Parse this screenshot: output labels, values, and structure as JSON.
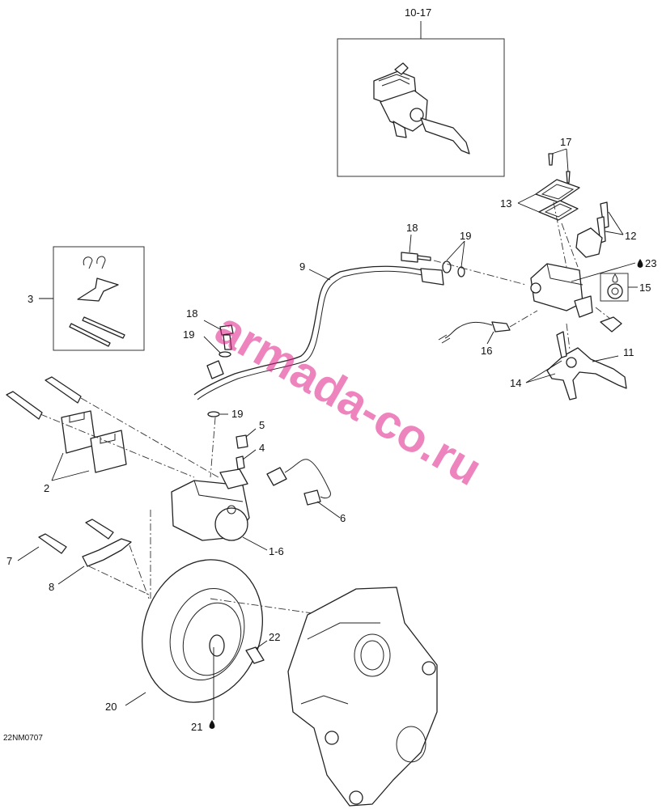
{
  "diagram": {
    "code": "22NM0707",
    "watermark": "armada-co.ru",
    "labels": {
      "l1_6": "1-6",
      "l2": "2",
      "l3": "3",
      "l4": "4",
      "l5": "5",
      "l6": "6",
      "l7": "7",
      "l8": "8",
      "l9": "9",
      "l10_17": "10-17",
      "l11": "11",
      "l12": "12",
      "l13": "13",
      "l14": "14",
      "l15": "15",
      "l16": "16",
      "l17": "17",
      "l18a": "18",
      "l18b": "18",
      "l19a": "19",
      "l19b": "19",
      "l19c": "19",
      "l20": "20",
      "l21": "21",
      "l22": "22",
      "l23": "23"
    },
    "icons": [
      "oil-drop-icon",
      "oil-drop-icon",
      "drop-symbol-icon",
      "drop-outline-icon"
    ]
  }
}
